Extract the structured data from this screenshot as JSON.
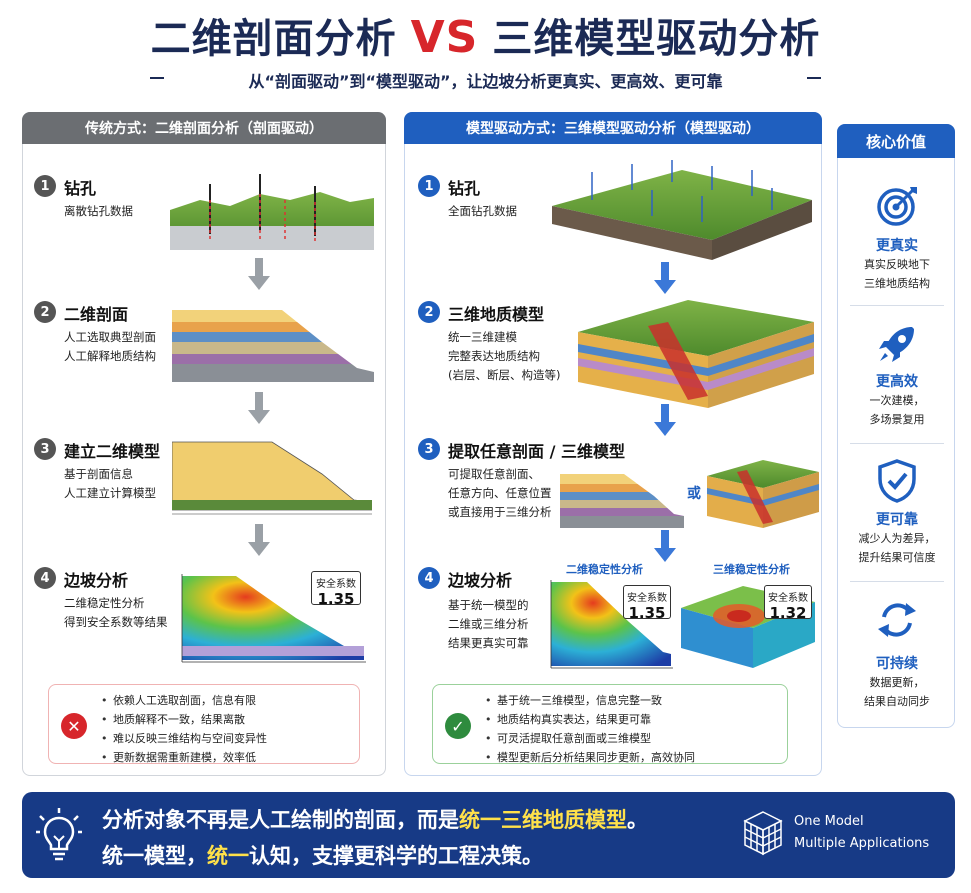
{
  "header": {
    "title_left": "二维剖面分析",
    "title_vs": "VS",
    "title_right": "三维模型驱动分析",
    "subtitle": "从“剖面驱动”到“模型驱动”，让边坡分析更真实、更高效、更可靠"
  },
  "left_panel": {
    "header": "传统方式：二维剖面分析（剖面驱动）",
    "steps": [
      {
        "num": "1",
        "title": "钻孔",
        "desc": [
          "离散钻孔数据"
        ]
      },
      {
        "num": "2",
        "title": "二维剖面",
        "desc": [
          "人工选取典型剖面",
          "人工解释地质结构"
        ]
      },
      {
        "num": "3",
        "title": "建立二维模型",
        "desc": [
          "基于剖面信息",
          "人工建立计算模型"
        ]
      },
      {
        "num": "4",
        "title": "边坡分析",
        "desc": [
          "二维稳定性分析",
          "得到安全系数等结果"
        ]
      }
    ],
    "safety": {
      "label": "安全系数",
      "value": "1.35"
    },
    "cons_icon": "cross-icon",
    "cons": [
      "依赖人工选取剖面，信息有限",
      "地质解释不一致，结果离散",
      "难以反映三维结构与空间变异性",
      "更新数据需重新建模，效率低"
    ]
  },
  "right_panel": {
    "header": "模型驱动方式：三维模型驱动分析（模型驱动）",
    "steps": [
      {
        "num": "1",
        "title": "钻孔",
        "desc": [
          "全面钻孔数据"
        ]
      },
      {
        "num": "2",
        "title": "三维地质模型",
        "desc": [
          "统一三维建模",
          "完整表达地质结构",
          "(岩层、断层、构造等)"
        ]
      },
      {
        "num": "3",
        "title": "提取任意剖面 / 三维模型",
        "desc": [
          "可提取任意剖面、",
          "任意方向、任意位置",
          "或直接用于三维分析"
        ]
      },
      {
        "num": "4",
        "title": "边坡分析",
        "desc": [
          "基于统一模型的",
          "二维或三维分析",
          "结果更真实可靠"
        ]
      }
    ],
    "or_text": "或",
    "analysis_2d_label": "二维稳定性分析",
    "analysis_3d_label": "三维稳定性分析",
    "safety_2d": {
      "label": "安全系数",
      "value": "1.35"
    },
    "safety_3d": {
      "label": "安全系数",
      "value": "1.32"
    },
    "pros_icon": "check-icon",
    "pros": [
      "基于统一三维模型，信息完整一致",
      "地质结构真实表达，结果更可靠",
      "可灵活提取任意剖面或三维模型",
      "模型更新后分析结果同步更新，高效协同"
    ]
  },
  "values_panel": {
    "header": "核心价值",
    "items": [
      {
        "icon": "target-icon",
        "title": "更真实",
        "desc": [
          "真实反映地下",
          "三维地质结构"
        ]
      },
      {
        "icon": "rocket-icon",
        "title": "更高效",
        "desc": [
          "一次建模，",
          "多场景复用"
        ]
      },
      {
        "icon": "shield-check-icon",
        "title": "更可靠",
        "desc": [
          "减少人为差异，",
          "提升结果可信度"
        ]
      },
      {
        "icon": "cycle-icon",
        "title": "可持续",
        "desc": [
          "数据更新，",
          "结果自动同步"
        ]
      }
    ]
  },
  "banner": {
    "icon": "lightbulb-icon",
    "line1_a": "分析对象不再是人工绘制的剖面，而是",
    "line1_b": "统一三维地质模型",
    "line1_c": "。",
    "line2_a": "统一模型，",
    "line2_b": "统一",
    "line2_c": "认知，支撑更科学的工程决策。",
    "cube_icon": "cube-icon",
    "en1": "One Model",
    "en2": "Multiple Applications"
  },
  "colors": {
    "navy": "#1b2a55",
    "red": "#d7262b",
    "blue": "#1f5fbf",
    "gray": "#6b6e72",
    "yellow": "#ffe14a",
    "banner": "#173a86"
  }
}
